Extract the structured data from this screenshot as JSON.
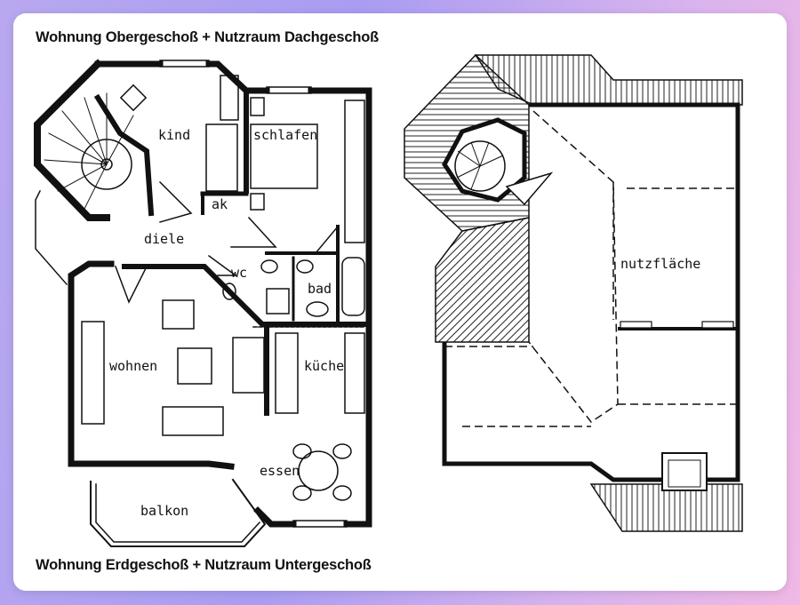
{
  "titles": {
    "top": "Wohnung Obergeschoß + Nutzraum Dachgeschoß",
    "bottom": "Wohnung Erdgeschoß + Nutzraum Untergeschoß"
  },
  "rooms": {
    "kind": "kind",
    "schlafen": "schlafen",
    "ak": "ak",
    "diele": "diele",
    "wc": "wc",
    "bad": "bad",
    "wohnen": "wohnen",
    "kueche": "küche",
    "essen": "essen",
    "balkon": "balkon",
    "nutzflaeche": "nutzfläche"
  }
}
